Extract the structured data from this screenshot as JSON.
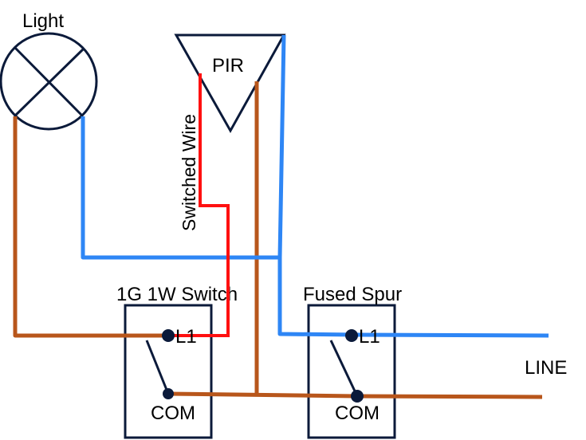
{
  "diagram": {
    "title": "PIR light wiring diagram",
    "components": {
      "light": {
        "label": "Light",
        "symbol": "lamp-icon"
      },
      "pir": {
        "label": "PIR",
        "symbol": "pir-sensor-icon"
      },
      "switch": {
        "label": "1G 1W Switch",
        "terminal_l1": "L1",
        "terminal_com": "COM"
      },
      "spur": {
        "label": "Fused Spur",
        "terminal_l1": "L1",
        "terminal_com": "COM"
      }
    },
    "annotations": {
      "switched_wire": "Switched Wire",
      "line": "LINE"
    },
    "wire_colors": {
      "live_brown": "#B8561B",
      "neutral_blue": "#2E86F5",
      "switched_red": "#FF1010",
      "symbol_navy": "#0B1A3A"
    }
  }
}
